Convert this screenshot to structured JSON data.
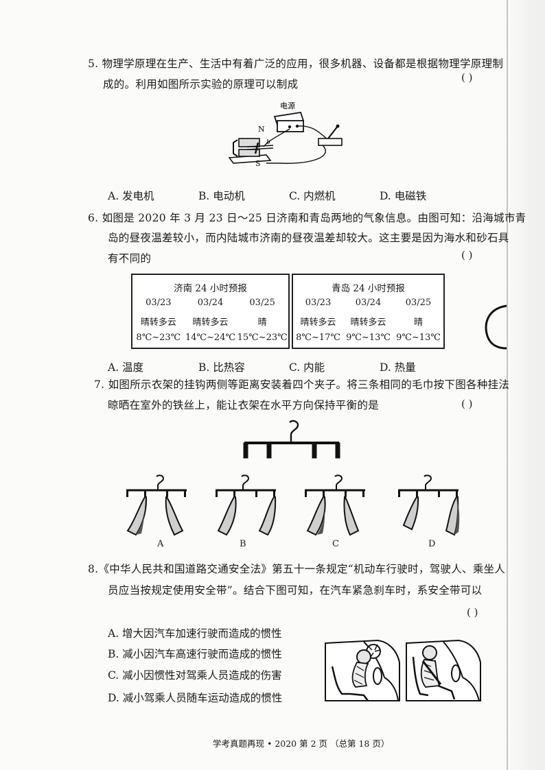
{
  "q5": {
    "line1": "5.  物理学原理在生产、生活中有着广泛的应用，很多机器、设备都是根据物理学原理制",
    "line2": "成的。利用如图所示实验的原理可以制成",
    "paren": "(      )",
    "figure": {
      "label_power": "电源",
      "label_n": "N",
      "label_s": "S",
      "label_b": "b"
    },
    "options": [
      "A. 发电机",
      "B. 电动机",
      "C. 内燃机",
      "D. 电磁铁"
    ]
  },
  "q6": {
    "line1": "6.  如图是 2020 年 3 月 23 日～25 日济南和青岛两地的气象信息。由图可知：沿海城市青",
    "line2": "岛的昼夜温差较小，而内陆城市济南的昼夜温差却较大。这主要是因为海水和砂石具",
    "line3": "有不同的",
    "paren": "(      )",
    "jinan": {
      "title": "济南 24 小时预报",
      "dates": [
        "03/23",
        "03/24",
        "03/25"
      ],
      "weather": [
        "晴转多云",
        "晴转多云",
        "晴"
      ],
      "temps": [
        "8℃~23℃",
        "14℃~24℃",
        "15℃~23℃"
      ]
    },
    "qingdao": {
      "title": "青岛 24 小时预报",
      "dates": [
        "03/23",
        "03/24",
        "03/25"
      ],
      "weather": [
        "晴转多云",
        "晴转多云",
        "晴"
      ],
      "temps": [
        "8℃~17℃",
        "9℃~13℃",
        "9℃~13℃"
      ]
    },
    "options": [
      "A. 温度",
      "B. 比热容",
      "C. 内能",
      "D. 热量"
    ]
  },
  "q7": {
    "line1": "7.  如图所示衣架的挂钩两侧等距离安装着四个夹子。将三条相同的毛巾按下图各种挂法",
    "line2": "晾晒在室外的铁丝上，能让衣架在水平方向保持平衡的是",
    "paren": "(      )",
    "labels": [
      "A",
      "B",
      "C",
      "D"
    ]
  },
  "q8": {
    "line1": "8.《中华人民共和国道路交通安全法》第五十一条规定“机动车行驶时，驾驶人、乘坐人",
    "line2": "员应当按规定使用安全带”。结合下图可知，在汽车紧急刹车时，系安全带可以",
    "paren": "(      )",
    "options": [
      "A. 增大因汽车加速行驶而造成的惯性",
      "B. 减小因汽车高速行驶而造成的惯性",
      "C. 减小因惯性对驾乘人员造成的伤害",
      "D. 减小驾乘人员随车运动造成的惯性"
    ]
  },
  "footer": "学考真题再现 • 2020 第 2 页  （总第 18 页）"
}
